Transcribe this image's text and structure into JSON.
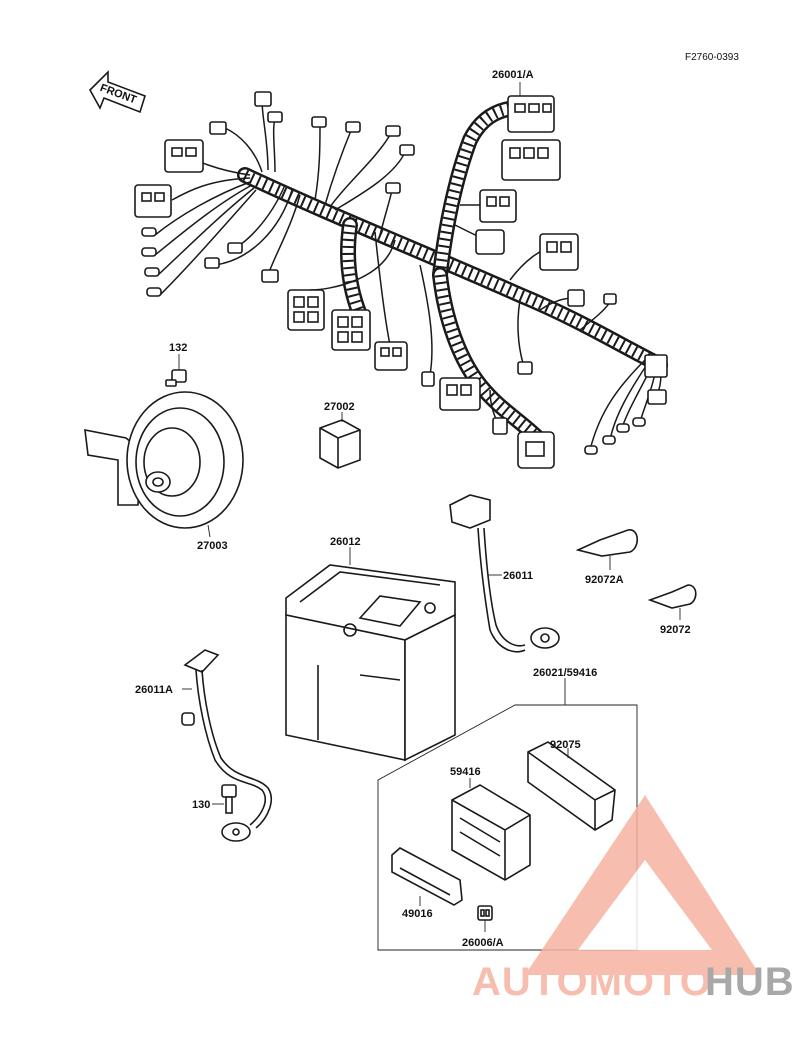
{
  "figure_code": "F2760-0393",
  "front_label": "FRONT",
  "parts": {
    "harness": "26001/A",
    "bolt_top": "132",
    "horn": "27003",
    "relay": "27002",
    "battery": "26012",
    "cable_positive": "26011",
    "cable_negative": "26011A",
    "bolt_bottom": "130",
    "band_a": "92072A",
    "band": "92072",
    "junction_box_kit": "26021/59416",
    "junction_box": "59416",
    "rubber_cover": "92075",
    "bracket": "49016",
    "fuse": "26006/A"
  },
  "watermark": {
    "part1": "AUTOMOTO",
    "part2": "HUB",
    "color_primary": "#f6b3a2",
    "color_secondary": "#9a9a9a"
  }
}
